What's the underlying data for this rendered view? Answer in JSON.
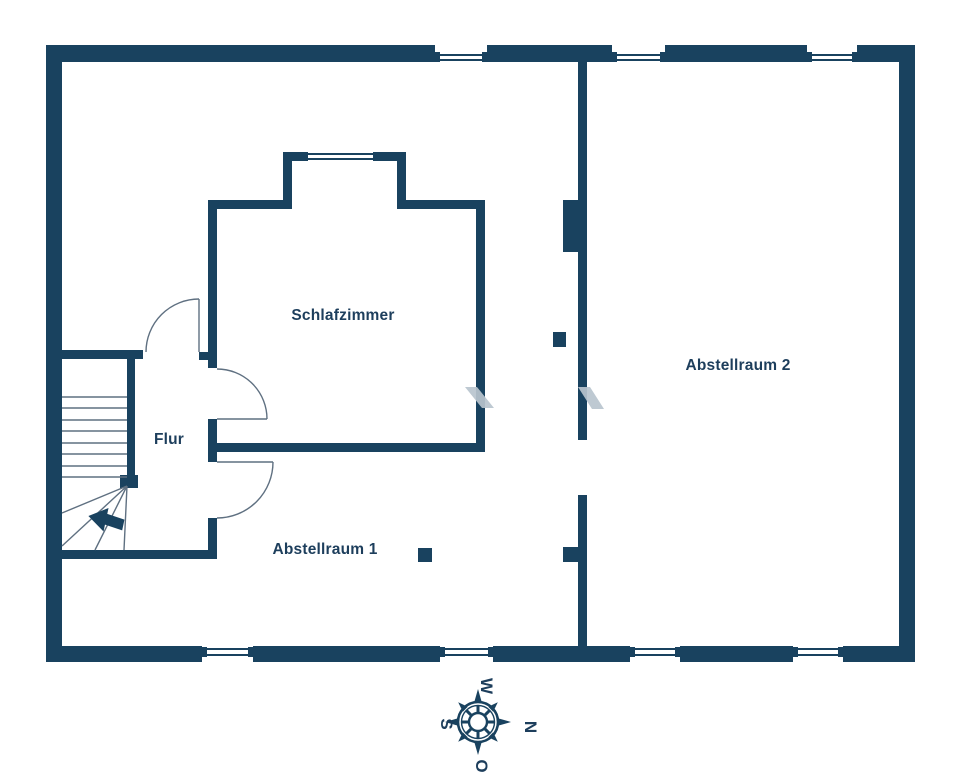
{
  "rooms": [
    {
      "id": "schlafzimmer",
      "label": "Schlafzimmer"
    },
    {
      "id": "flur",
      "label": "Flur"
    },
    {
      "id": "abstellraum1",
      "label": "Abstellraum 1"
    },
    {
      "id": "abstellraum2",
      "label": "Abstellraum 2"
    }
  ],
  "compass": {
    "north": "N",
    "east": "O",
    "south": "S",
    "west": "W"
  },
  "colors": {
    "wall": "#19425f",
    "text": "#1d3e5c",
    "thin_line": "#5f7081",
    "watermark": "#b9c4ce",
    "background": "#ffffff"
  }
}
